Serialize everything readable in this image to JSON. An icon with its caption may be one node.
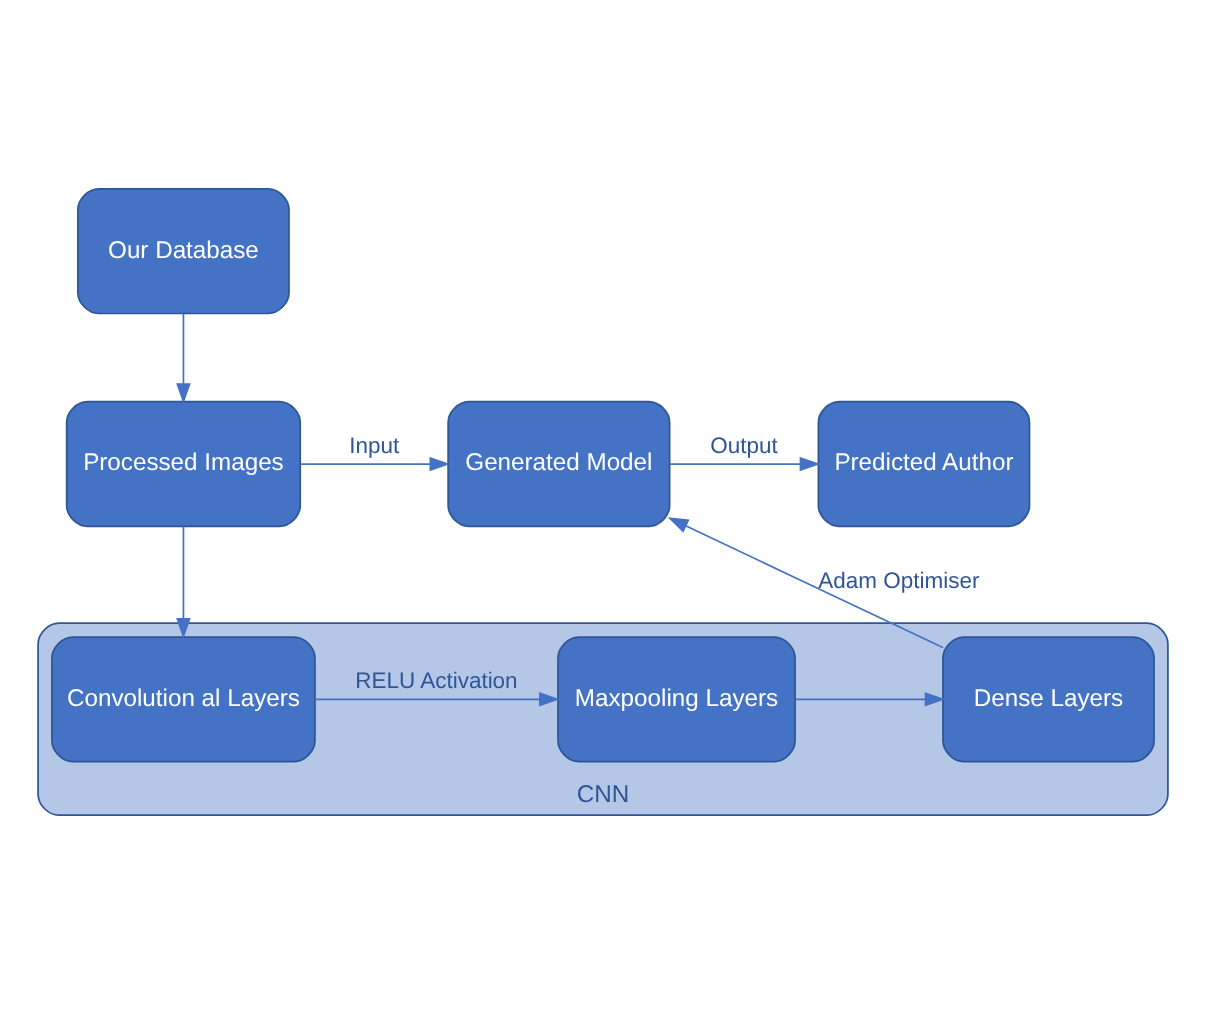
{
  "diagram": {
    "nodes": [
      {
        "text": [
          "Our Database"
        ]
      },
      {
        "text": [
          "Processed Images"
        ]
      },
      {
        "text": [
          "Generated Model"
        ]
      },
      {
        "text": [
          "Predicted Author"
        ]
      },
      {
        "text": [
          "CNN"
        ]
      },
      {
        "text": [
          "Convolution al Layers"
        ],
        "in": 4
      },
      {
        "text": [
          "Maxpooling Layers"
        ],
        "in": 4
      },
      {
        "text": [
          "Dense Layers"
        ],
        "in": 4
      }
    ],
    "edges": [
      {
        "from": 0,
        "to": 1,
        "arrow": "to"
      },
      {
        "from": 1,
        "to": 2,
        "arrow": "to",
        "label": "Input"
      },
      {
        "from": 2,
        "to": 3,
        "arrow": "to",
        "label": "Output"
      },
      {
        "from": 1,
        "to": 5,
        "arrow": "to"
      },
      {
        "from": 5,
        "to": 6,
        "arrow": "to",
        "label": "RELU Activation"
      },
      {
        "from": 6,
        "to": 7,
        "arrow": "to"
      },
      {
        "from": 7,
        "to": 2,
        "arrow": "to",
        "label": "Adam Optimiser"
      }
    ]
  }
}
